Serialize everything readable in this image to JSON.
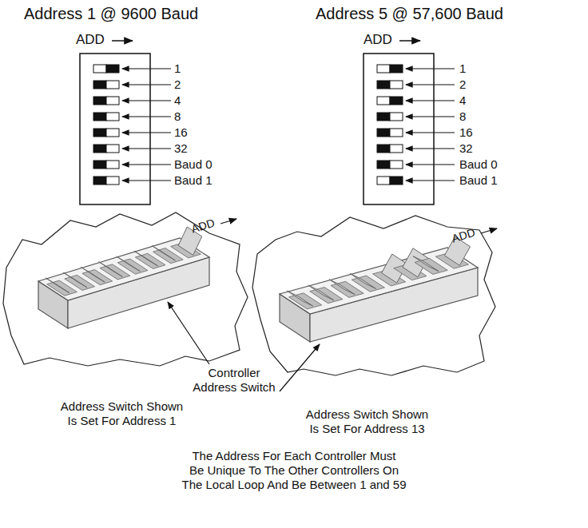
{
  "diagram": {
    "labels": [
      "Address 1 @ 9600 Baud",
      "ADD",
      "Address 5 @ 57,600 Baud",
      "ADD",
      "1",
      "2",
      "4",
      "8",
      "16",
      "32",
      "Baud 0",
      "Baud 1",
      "1",
      "2",
      "4",
      "8",
      "16",
      "32",
      "Baud 0",
      "Baud 1",
      "ADD",
      "ADD",
      "Controller Address Switch",
      "Address Switch Shown Is Set For Address 1",
      "Address Switch Shown Is Set For Address 13",
      "The Address For Each Controller Must Be Unique To The Other Controllers On The Local Loop And Be Between 1 and 59"
    ]
  }
}
